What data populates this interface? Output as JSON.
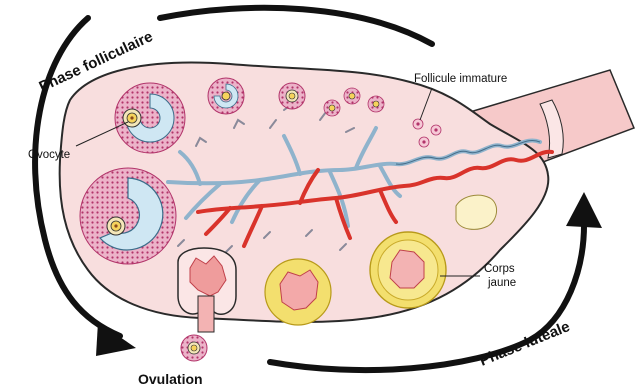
{
  "labels": {
    "phase_follicular": "Phase folliculaire",
    "phase_luteal": "Phase lutéale",
    "ovulation": "Ovulation",
    "oocyte": "Ovocyte",
    "immature_follicle": "Follicule immature",
    "corpus_luteum_line1": "Corps",
    "corpus_luteum_line2": "jaune"
  },
  "colors": {
    "ovary_fill": "#f8dede",
    "ovary_stroke": "#2a2a2a",
    "vein": "#8fb3cc",
    "artery": "#d9332b",
    "antrum": "#cfe7f3",
    "granulosa": "#e7a6bf",
    "granulosa_dots": "#b2346a",
    "oocyte": "#f6d35c",
    "corpus_luteum": "#f3df6e",
    "corpus_luteum_center": "#f3b3b3",
    "corpus_albicans": "#fbf2c9",
    "arrow": "#111111"
  }
}
